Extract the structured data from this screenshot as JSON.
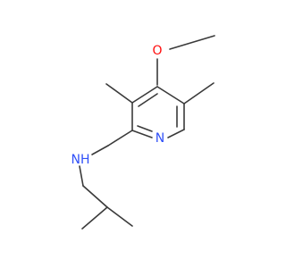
{
  "molecule": {
    "atoms": {
      "oxygen": "O",
      "ring_nitrogen": "N",
      "amine": "NH"
    },
    "colors": {
      "bond": "#3a3a3a",
      "oxygen": "#ff0d0d",
      "nitrogen": "#3050f8"
    }
  }
}
